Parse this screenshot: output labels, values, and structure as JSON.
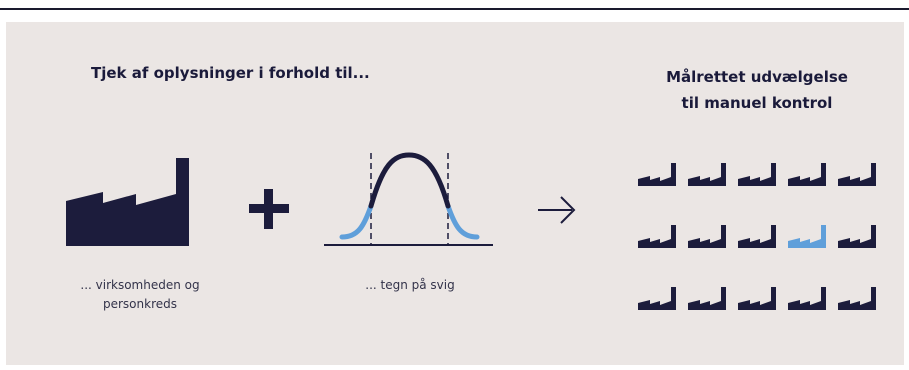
{
  "left_heading": "Tjek af oplysninger i forhold til...",
  "right_heading": {
    "line1": "Målrettet udvælgelse",
    "line2": "til manuel kontrol"
  },
  "captions": {
    "company": {
      "line1": "... virksomheden og",
      "line2": "personkreds"
    },
    "signs": {
      "line1": "... tegn på svig"
    }
  },
  "icons": {
    "company": "factory-icon",
    "plus": "plus-icon",
    "curve": "bell-curve-icon",
    "arrow": "arrow-right-icon",
    "grid": "factory-grid-icon"
  },
  "grid": {
    "rows": 3,
    "cols": 5,
    "highlighted": {
      "row": 2,
      "col": 4
    }
  },
  "colors": {
    "background": "#ebe6e4",
    "navy": "#1c1c3c",
    "highlight": "#5f9fda"
  }
}
